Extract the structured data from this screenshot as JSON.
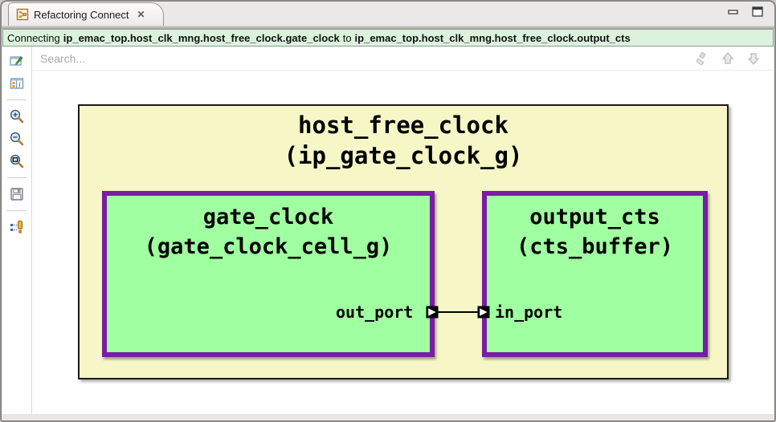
{
  "tab": {
    "title": "Refactoring Connect",
    "close_glyph": "✕",
    "icon": "diagram-icon"
  },
  "window_controls": {
    "minimize": "minimize-icon",
    "maximize": "maximize-icon"
  },
  "message_bar": {
    "prefix": "Connecting",
    "source": "ip_emac_top.host_clk_mng.host_free_clock.gate_clock",
    "connector": "to",
    "target": "ip_emac_top.host_clk_mng.host_free_clock.output_cts"
  },
  "search": {
    "placeholder": "Search...",
    "actions": [
      "clear-search-icon",
      "find-previous-icon",
      "find-next-icon"
    ]
  },
  "sidebar": {
    "items": [
      "edit-diagram-icon",
      "properties-view-icon",
      "zoom-in-icon",
      "zoom-out-icon",
      "zoom-fit-icon",
      "save-icon",
      "highlight-connections-icon"
    ]
  },
  "diagram": {
    "container": {
      "name": "host_free_clock",
      "type": "(ip_gate_clock_g)"
    },
    "children": [
      {
        "name": "gate_clock",
        "type": "(gate_clock_cell_g)",
        "port": "out_port"
      },
      {
        "name": "output_cts",
        "type": "(cts_buffer)",
        "port": "in_port"
      }
    ],
    "connection": {
      "from": "out_port",
      "to": "in_port"
    },
    "colors": {
      "container_fill": "#F6F6C6",
      "container_border": "#1A1A1A",
      "child_fill": "#A0FFA0",
      "child_border": "#7A1CA6",
      "message_bg": "#DDF2DD"
    }
  }
}
